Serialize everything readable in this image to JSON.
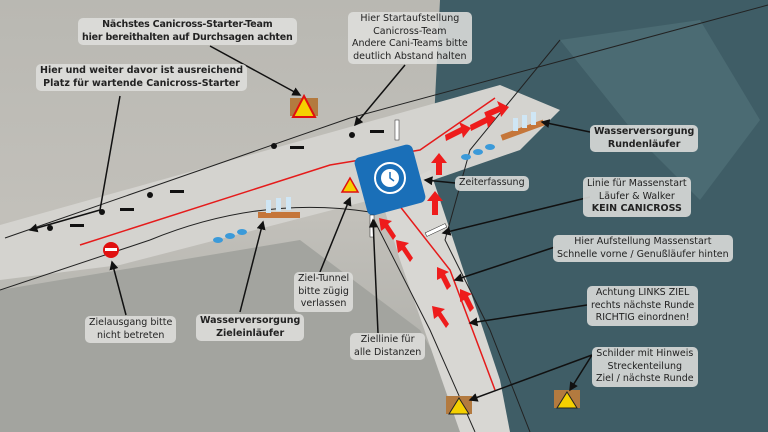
{
  "labels": {
    "next_team": [
      "Nächstes Canicross-Starter-Team",
      "hier bereithalten auf Durchsagen achten"
    ],
    "start_setup": [
      "Hier Startaufstellung",
      "Canicross-Team",
      "Andere Cani-Teams bitte",
      "deutlich Abstand halten"
    ],
    "waiting_space": [
      "Hier und weiter davor ist ausreichend",
      "Platz für wartende Canicross-Starter"
    ],
    "water_laps": [
      "Wasserversorgung",
      "Rundenläufer"
    ],
    "timing": "Zeiterfassung",
    "mass_start_line": [
      "Linie für Massenstart",
      "Läufer & Walker",
      "KEIN CANICROSS"
    ],
    "mass_start_setup": [
      "Hier Aufstellung Massenstart",
      "Schnelle vorne / Genußläufer  hinten"
    ],
    "attention": [
      "Achtung LINKS ZIEL",
      "rechts nächste Runde",
      "RICHTIG einordnen!"
    ],
    "signs": [
      "Schilder mit Hinweis",
      "Streckenteilung",
      "Ziel / nächste Runde"
    ],
    "finish_exit": [
      "Zielausgang bitte",
      "nicht betreten"
    ],
    "water_finish": [
      "Wasserversorgung",
      "Zieleinläufer"
    ],
    "finish_tunnel": [
      "Ziel-Tunnel",
      "bitte zügig",
      "verlassen"
    ],
    "finish_line": [
      "Ziellinie für",
      "alle Distanzen"
    ]
  },
  "colors": {
    "route": "#e51b1b",
    "arrow": "#ee1c1c",
    "timing": "#1a6fb8",
    "forest": "#3d5a63"
  }
}
